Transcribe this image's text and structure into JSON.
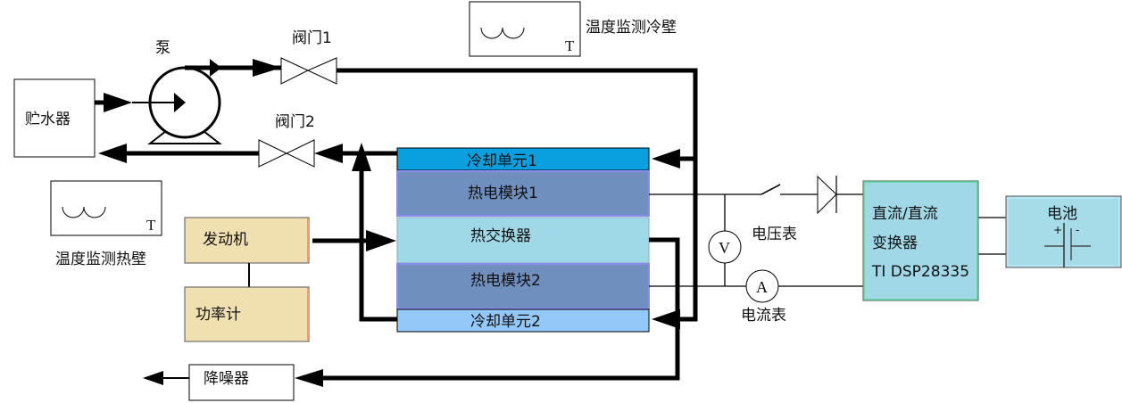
{
  "diagram": {
    "components": {
      "reservoir": "贮水器",
      "pump": "泵",
      "valve1": "阀门1",
      "valve2": "阀门2",
      "temp_cold": "温度监测冷壁",
      "temp_hot": "温度监测热壁",
      "temp_symbol": "T",
      "engine": "发动机",
      "power_meter": "功率计",
      "muffler": "降噪器",
      "cooling_unit_1": "冷却单元1",
      "teg_module_1": "热电模块1",
      "heat_exchanger": "热交换器",
      "teg_module_2": "热电模块2",
      "cooling_unit_2": "冷却单元2",
      "voltmeter_label": "电压表",
      "voltmeter_symbol": "V",
      "ammeter_label": "电流表",
      "ammeter_symbol": "A",
      "converter_line1": "直流/直流",
      "converter_line2": "变换器",
      "converter_line3": "TI DSP28335",
      "battery": "电池",
      "battery_plus": "+",
      "battery_minus": "-"
    },
    "colors": {
      "cooling_unit_1": "#0aa0e0",
      "teg_module": "#6f8fbf",
      "teg_border": "#8a8af0",
      "heat_exchanger": "#9fd9e8",
      "cooling_unit_2": "#94c8f8",
      "engine_box": "#f0e0b0",
      "engine_border": "#e8a070",
      "converter_box": "#a0d8e8",
      "converter_border": "#5cd89c",
      "battery_box": "#a6dbe8"
    }
  }
}
